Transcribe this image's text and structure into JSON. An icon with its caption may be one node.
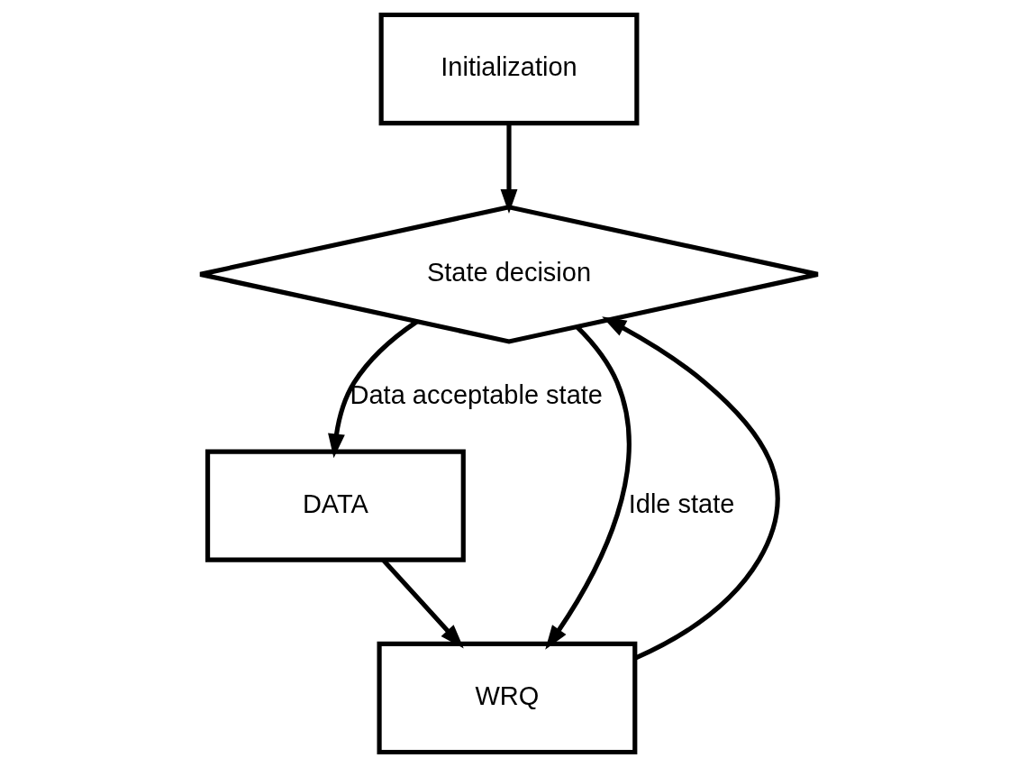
{
  "diagram": {
    "nodes": [
      {
        "text": [
          "Initialization"
        ]
      },
      {
        "text": [
          "State decision"
        ]
      },
      {
        "text": [
          "DATA"
        ]
      },
      {
        "text": [
          "WRQ"
        ]
      }
    ],
    "edges": [
      {
        "from": 0,
        "to": 1,
        "arrow": "to"
      },
      {
        "from": 1,
        "to": 2,
        "arrow": "to",
        "label": "Data acceptable state"
      },
      {
        "from": 1,
        "to": 3,
        "arrow": "to",
        "label": "Idle state"
      },
      {
        "from": 2,
        "to": 3,
        "arrow": "to"
      },
      {
        "from": 3,
        "to": 1,
        "arrow": "to"
      }
    ]
  }
}
